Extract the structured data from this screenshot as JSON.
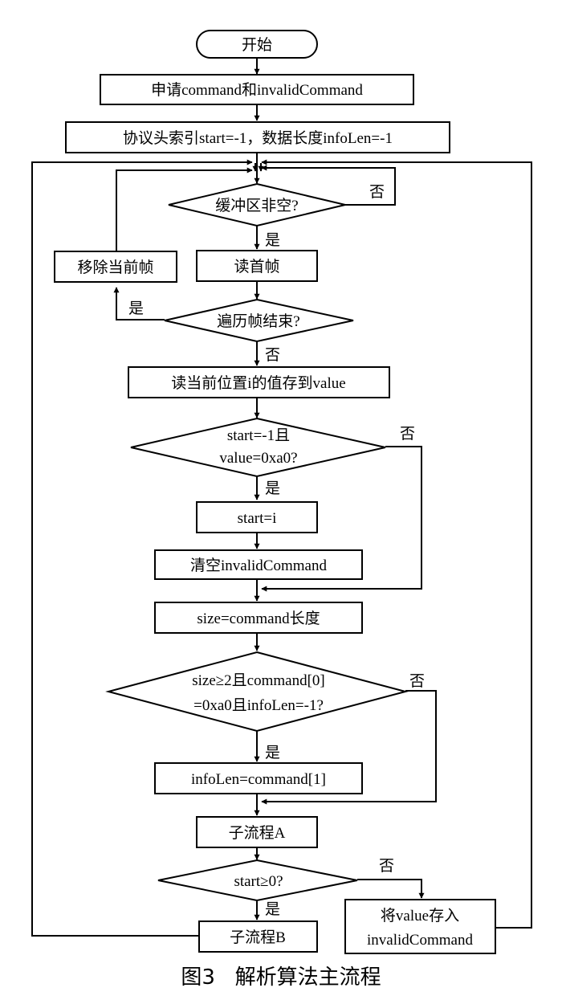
{
  "nodes": {
    "start": "开始",
    "alloc": "申请command和invalidCommand",
    "init": "协议头索引start=-1，数据长度infoLen=-1",
    "buffer_nonempty": "缓冲区非空?",
    "remove_frame": "移除当前帧",
    "read_first_frame": "读首帧",
    "frame_traverse_end": "遍历帧结束?",
    "read_value": "读当前位置i的值存到value",
    "cond_start_line1": "start=-1且",
    "cond_start_line2": "value=0xa0?",
    "set_start": "start=i",
    "clear_invalid": "清空invalidCommand",
    "size_assign": "size=command长度",
    "cond_size_line1": "size≥2且command[0]",
    "cond_size_line2": "=0xa0且infoLen=-1?",
    "set_infolen": "infoLen=command[1]",
    "sub_a": "子流程A",
    "cond_start_ge0": "start≥0?",
    "sub_b": "子流程B",
    "store_line1": "将value存入",
    "store_line2": "invalidCommand"
  },
  "labels": {
    "yes": "是",
    "no": "否"
  },
  "caption": "图3   解析算法主流程"
}
